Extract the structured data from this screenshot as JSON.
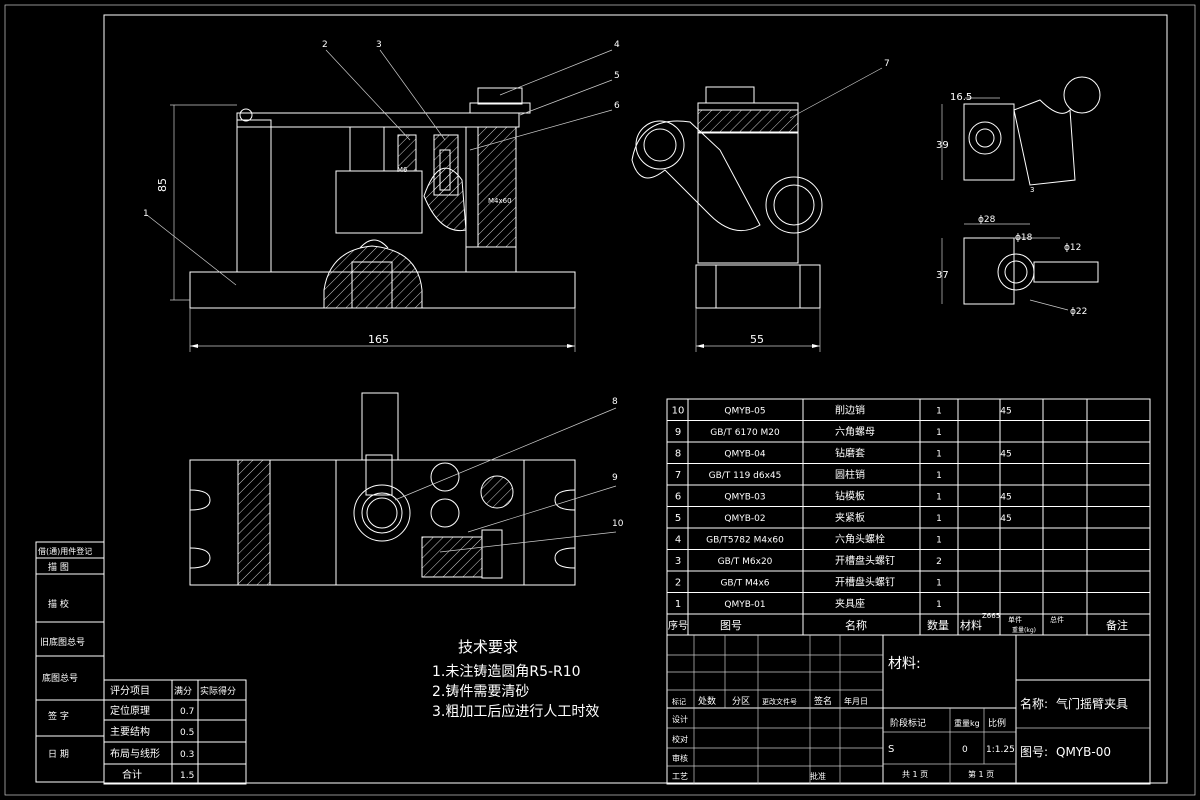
{
  "balloons": [
    "1",
    "2",
    "3",
    "4",
    "5",
    "6",
    "7",
    "8",
    "9",
    "10"
  ],
  "dimensions": {
    "front_height": "85",
    "front_width": "165",
    "side_width": "55",
    "thread_a": "M6",
    "thread_b": "M4x60",
    "detail_top_w": "16.5",
    "detail_top_h": "39",
    "detail_top_balloon": "3",
    "detail_bot_d28": "ϕ28",
    "detail_bot_d18": "ϕ18",
    "detail_bot_d12": "ϕ12",
    "detail_bot_d22": "ϕ22",
    "detail_bot_h": "37"
  },
  "bom": {
    "rows": [
      {
        "no": "10",
        "code": "QMYB-05",
        "name": "削边销",
        "qty": "1",
        "mat": "45"
      },
      {
        "no": "9",
        "code": "GB/T 6170 M20",
        "name": "六角螺母",
        "qty": "1",
        "mat": ""
      },
      {
        "no": "8",
        "code": "QMYB-04",
        "name": "钻磨套",
        "qty": "1",
        "mat": "45"
      },
      {
        "no": "7",
        "code": "GB/T 119 d6x45",
        "name": "圆柱销",
        "qty": "1",
        "mat": ""
      },
      {
        "no": "6",
        "code": "QMYB-03",
        "name": "钻模板",
        "qty": "1",
        "mat": "45"
      },
      {
        "no": "5",
        "code": "QMYB-02",
        "name": "夹紧板",
        "qty": "1",
        "mat": "45"
      },
      {
        "no": "4",
        "code": "GB/T5782 M4x60",
        "name": "六角头螺栓",
        "qty": "1",
        "mat": ""
      },
      {
        "no": "3",
        "code": "GB/T M6x20",
        "name": "开槽盘头螺钉",
        "qty": "2",
        "mat": ""
      },
      {
        "no": "2",
        "code": "GB/T M4x6",
        "name": "开槽盘头螺钉",
        "qty": "1",
        "mat": ""
      },
      {
        "no": "1",
        "code": "QMYB-01",
        "name": "夹具座",
        "qty": "1",
        "mat": ""
      }
    ],
    "header": {
      "no": "序号",
      "code": "图号",
      "name": "名称",
      "qty": "数量",
      "mat": "材料",
      "single": "单件",
      "total": "总件",
      "weight": "重量(kg)",
      "remark": "备注",
      "z": "Z665"
    }
  },
  "tech": {
    "title": "技术要求",
    "line1": "1.未注铸造圆角R5-R10",
    "line2": "2.铸件需要清砂",
    "line3": "3.粗加工后应进行人工时效"
  },
  "left_strip": [
    "借(通)用件登记",
    "描  图",
    "描  校",
    "旧底图总号",
    "底图总号",
    "签  字",
    "日  期"
  ],
  "score": {
    "header": [
      "评分项目",
      "满分",
      "实际得分"
    ],
    "rows": [
      [
        "定位原理",
        "0.7"
      ],
      [
        "主要结构",
        "0.5"
      ],
      [
        "布局与线形",
        "0.3"
      ],
      [
        "合计",
        "1.5"
      ]
    ]
  },
  "title_block": {
    "material_label": "材料:",
    "name_label": "名称:",
    "name_value": "气门摇臂夹具",
    "drawing_no_label": "图号:",
    "drawing_no_value": "QMYB-00",
    "mark": "标记",
    "count": "处数",
    "zone": "分区",
    "doc": "更改文件号",
    "sign": "签名",
    "date": "年月日",
    "design": "设计",
    "check": "校对",
    "review": "审核",
    "process": "工艺",
    "approve": "批准",
    "stage": "阶段标记",
    "weight": "重量kg",
    "scale": "比例",
    "stage_val": "S",
    "weight_val": "0",
    "scale_val": "1:1.25",
    "total_pages": "共 1 页",
    "page": "第 1 页"
  }
}
